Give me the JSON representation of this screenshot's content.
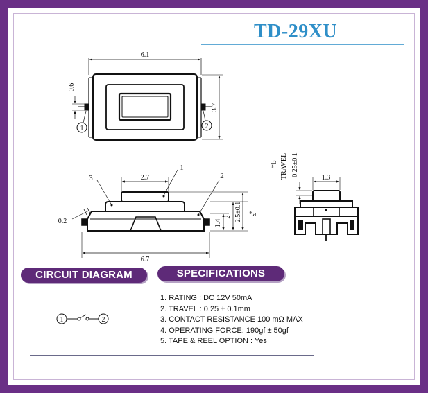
{
  "title": "TD-29XU",
  "colors": {
    "frame": "#6a2f86",
    "title": "#2f8fc8",
    "pill": "#5e2a78"
  },
  "top_view": {
    "dim_width": "6.1",
    "dim_terminal": "0.6",
    "dim_height": "3.7",
    "terminal_left": "1",
    "terminal_right": "2"
  },
  "side_view": {
    "dim_top": "2.7",
    "dim_bottom": "6.7",
    "dim_02": "0.2",
    "dim_14": "1.4",
    "dim_2": "2",
    "dim_25": "2.5±0.1",
    "callout_1": "1",
    "callout_2": "2",
    "callout_3": "3",
    "star_a": "*a"
  },
  "end_view": {
    "dim_width": "1.3",
    "travel_label": "TRAVEL",
    "travel_value": "0.25±0.1",
    "star_b": "*b"
  },
  "circuit": {
    "header": "CIRCUIT DIAGRAM",
    "node_1": "1",
    "node_2": "2"
  },
  "specifications": {
    "header": "SPECIFICATIONS",
    "items": [
      "1. RATING : DC 12V  50mA",
      "2. TRAVEL : 0.25 ± 0.1mm",
      "3. CONTACT  RESISTANCE 100 mΩ MAX",
      "4. OPERATING FORCE: 190gf ± 50gf",
      "5. TAPE & REEL OPTION : Yes"
    ]
  }
}
